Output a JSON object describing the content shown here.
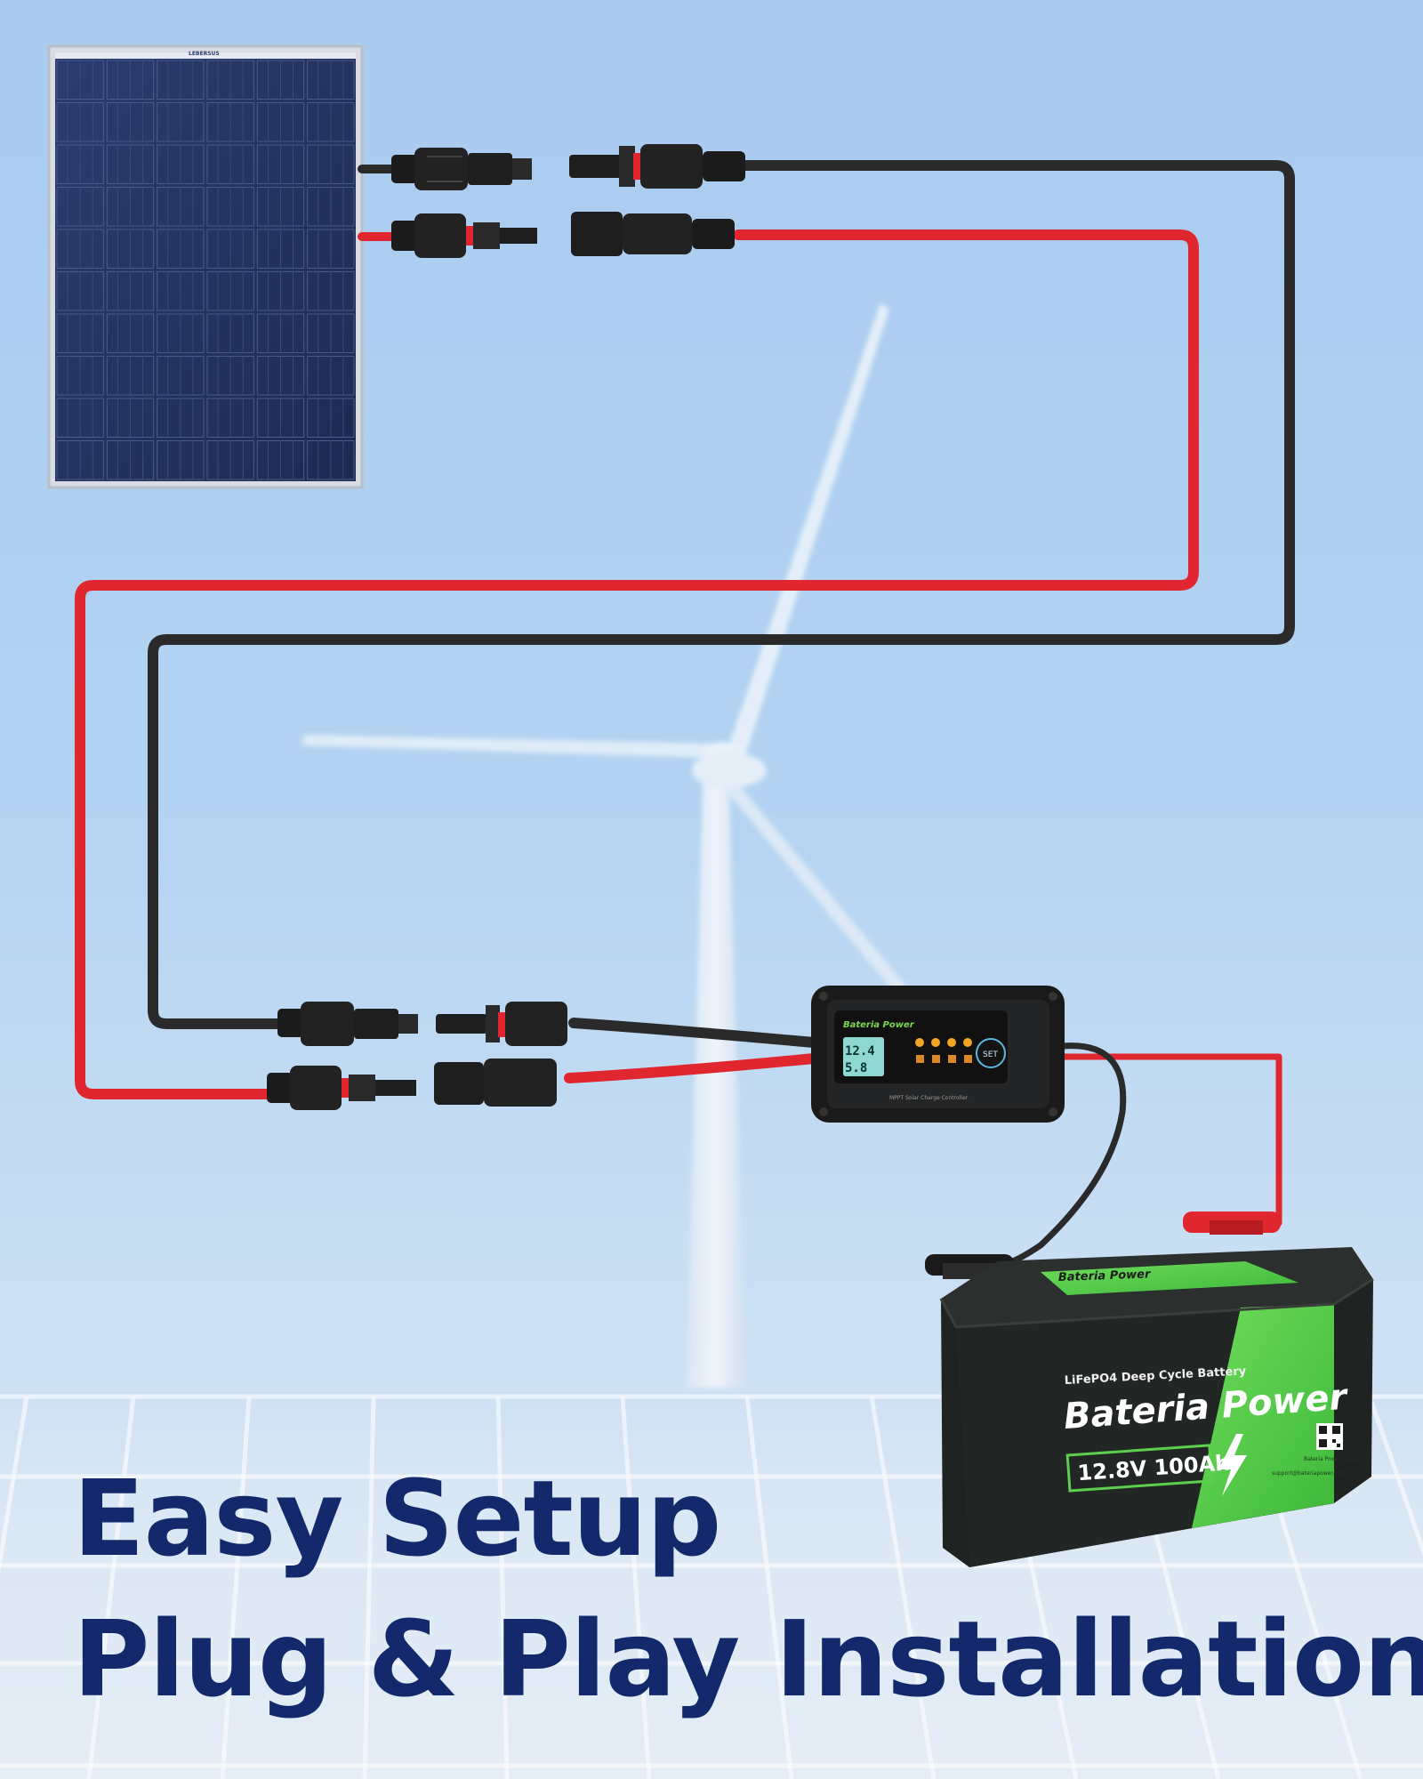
{
  "headline": {
    "line1": "Easy Setup",
    "line2": "Plug & Play Installation"
  },
  "solar_panel": {
    "brand": "LEBERSUS"
  },
  "controller": {
    "brand": "Bateria Power",
    "display_top": "12.4",
    "display_bottom": "5.8",
    "mode_button": "SET",
    "model_label": "MPPT Solar Charge Controller"
  },
  "battery": {
    "brand": "Bateria Power",
    "type_label": "LiFePO4 Deep Cycle Battery",
    "rating": "12.8V 100Ah",
    "company": "Bateria Power Co., Ltd",
    "website": "support@bateriapower.com",
    "accent_color": "#5ccf4e",
    "case_color": "#1f2321"
  },
  "colors": {
    "negative_cable": "#2a2a2a",
    "positive_cable": "#e0262e",
    "headline": "#14296b",
    "sky": "#a9cbef"
  },
  "icons": {
    "bolt": "lightning-bolt-icon",
    "qr": "qr-code-icon"
  }
}
